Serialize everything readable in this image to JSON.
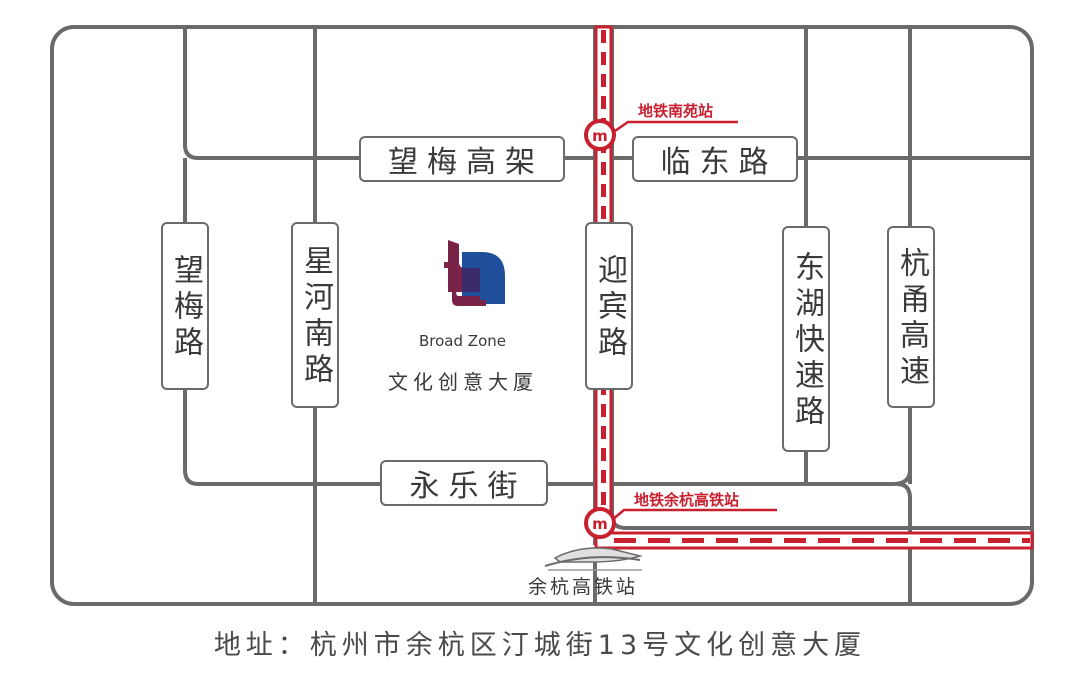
{
  "roads": {
    "wangmei_elevated": "望梅高架",
    "lindong": "临东路",
    "yongle": "永乐街",
    "wangmei_road": "望梅路",
    "xinghe_south": "星河南路",
    "yingbin": "迎宾路",
    "donghu_expressway": "东湖快速路",
    "hangyong_highway": "杭甬高速"
  },
  "stations": {
    "nanyuan": "地铁南苑站",
    "yuhang_hsr_metro": "地铁余杭高铁站",
    "hsr": "余杭高铁站"
  },
  "landmark": {
    "name_en": "Broad Zone",
    "name_cn": "文化创意大厦"
  },
  "address": "地址：杭州市余杭区汀城街13号文化创意大厦",
  "colors": {
    "road": "#6a6a6a",
    "metro": "#c8202f",
    "logo_maroon": "#7a2348",
    "logo_blue": "#1f4f9a"
  }
}
